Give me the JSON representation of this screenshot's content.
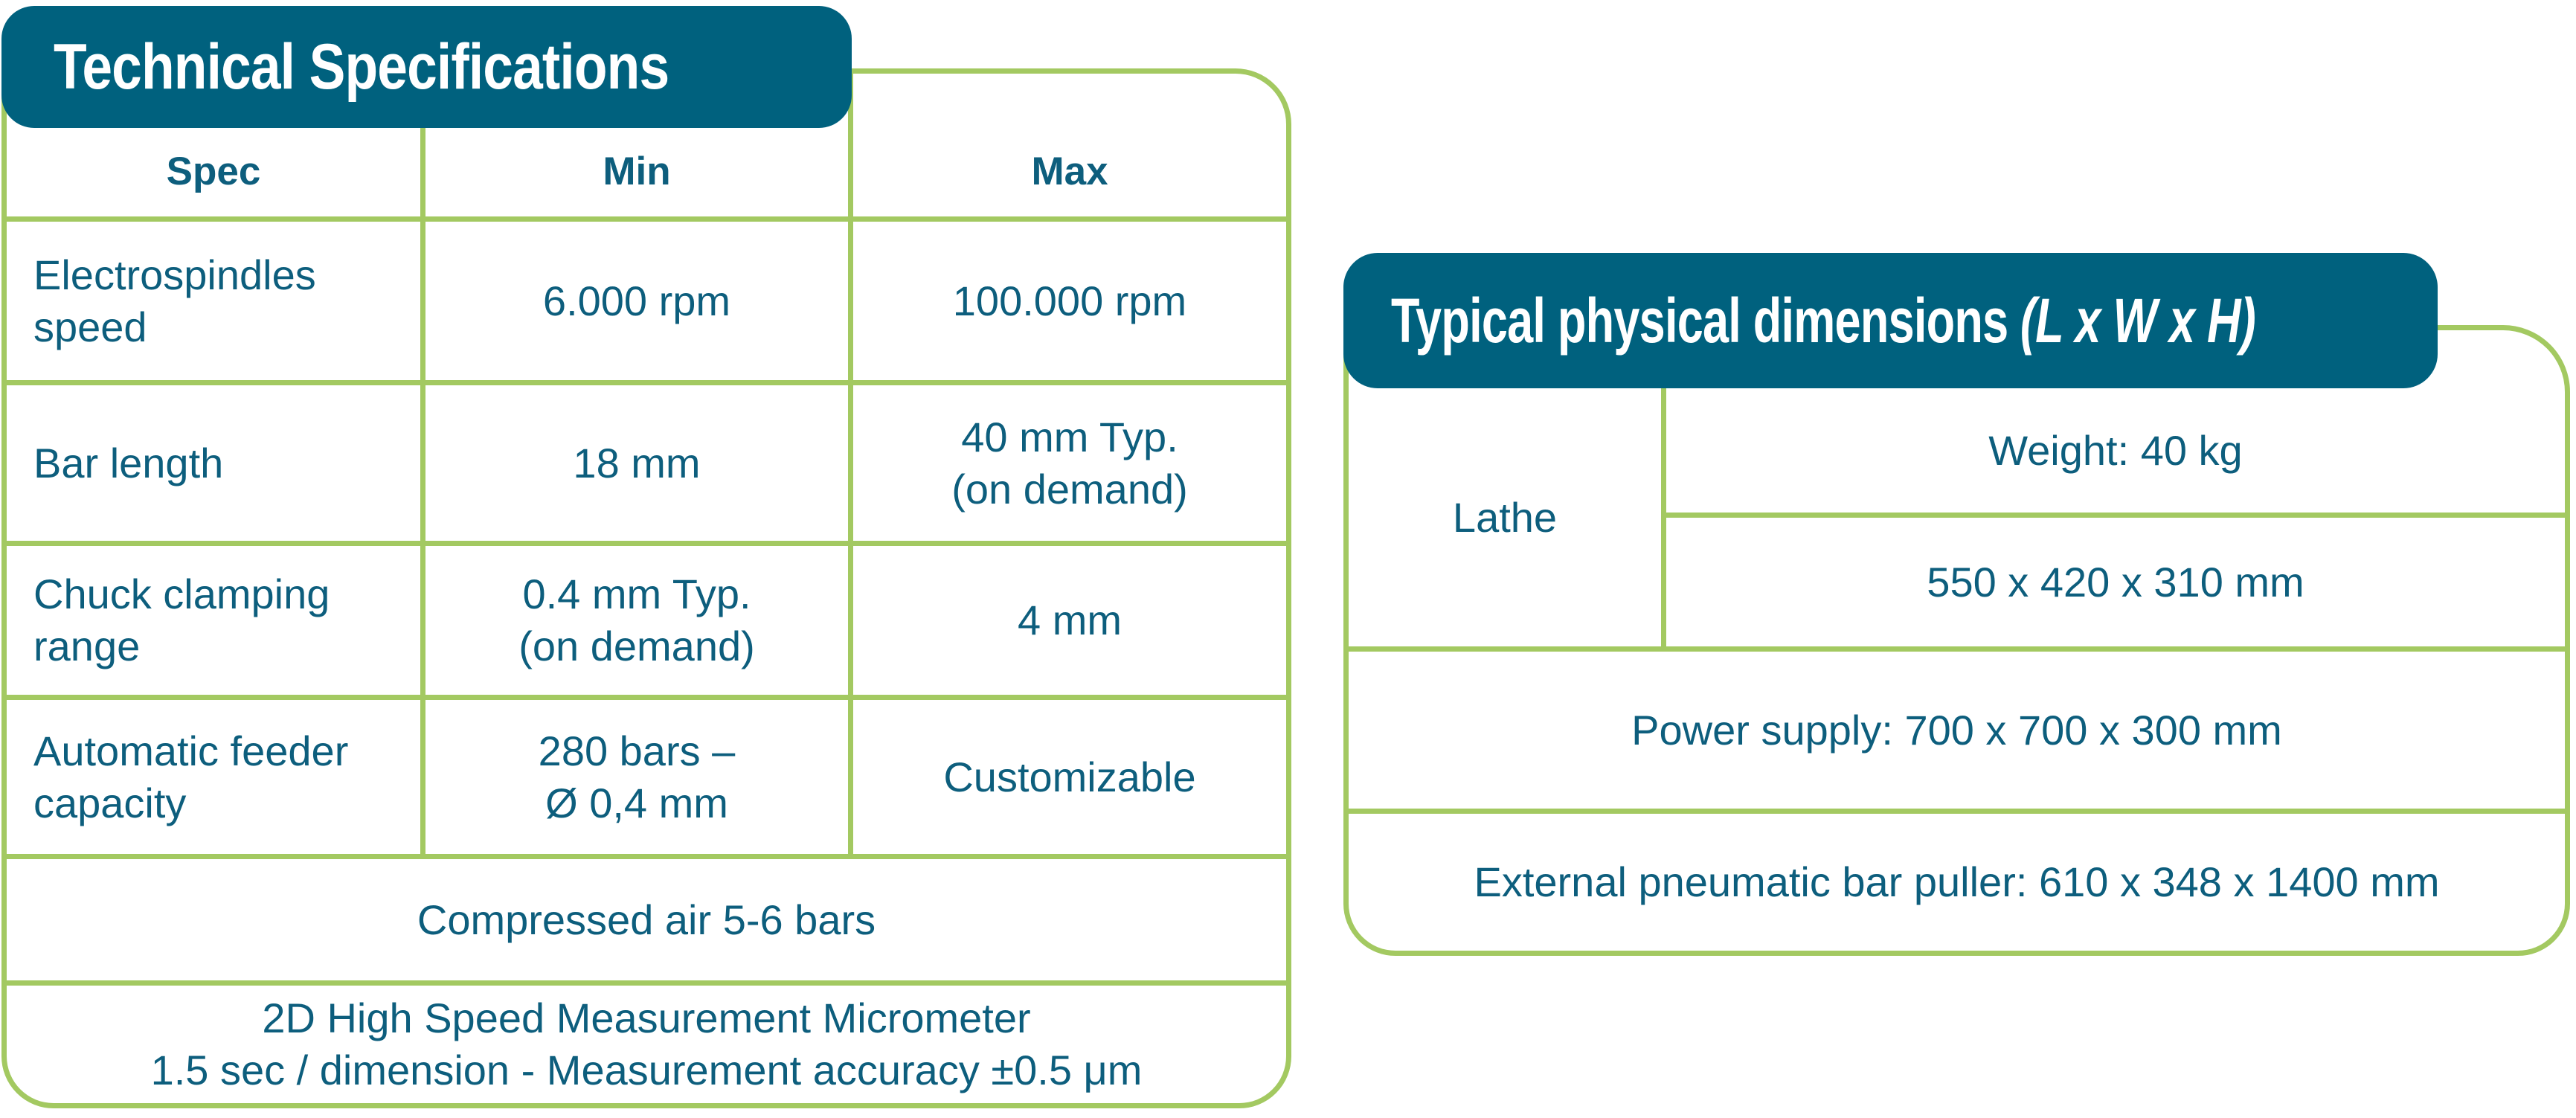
{
  "colors": {
    "teal": "#00617E",
    "green": "#A3C961",
    "cell_text": "#0D5E7D",
    "title_text": "#FFFFFF"
  },
  "left_table": {
    "title": "Technical Specifications",
    "headers": {
      "spec": "Spec",
      "min": "Min",
      "max": "Max"
    },
    "rows": [
      {
        "spec": "Electrospindles\nspeed",
        "min": "6.000 rpm",
        "max": "100.000 rpm"
      },
      {
        "spec": "Bar length",
        "min": "18 mm",
        "max": "40 mm Typ.\n(on demand)"
      },
      {
        "spec": "Chuck clamping\nrange",
        "min": "0.4 mm Typ.\n(on demand)",
        "max": "4 mm"
      },
      {
        "spec": "Automatic feeder\ncapacity",
        "min": "280 bars –\nØ 0,4 mm",
        "max": "Customizable"
      }
    ],
    "footer_rows": [
      "Compressed air 5-6 bars",
      "2D High Speed Measurement Micrometer\n1.5 sec / dimension - Measurement accuracy ±0.5 μm"
    ]
  },
  "right_table": {
    "title": "Typical physical dimensions",
    "title_suffix": "(L x W x H)",
    "lathe_label": "Lathe",
    "lathe_rows": [
      "Weight: 40 kg",
      "550 x 420 x 310 mm"
    ],
    "full_rows": [
      "Power supply: 700 x 700 x 300 mm",
      "External pneumatic bar puller: 610 x 348 x 1400 mm"
    ]
  }
}
